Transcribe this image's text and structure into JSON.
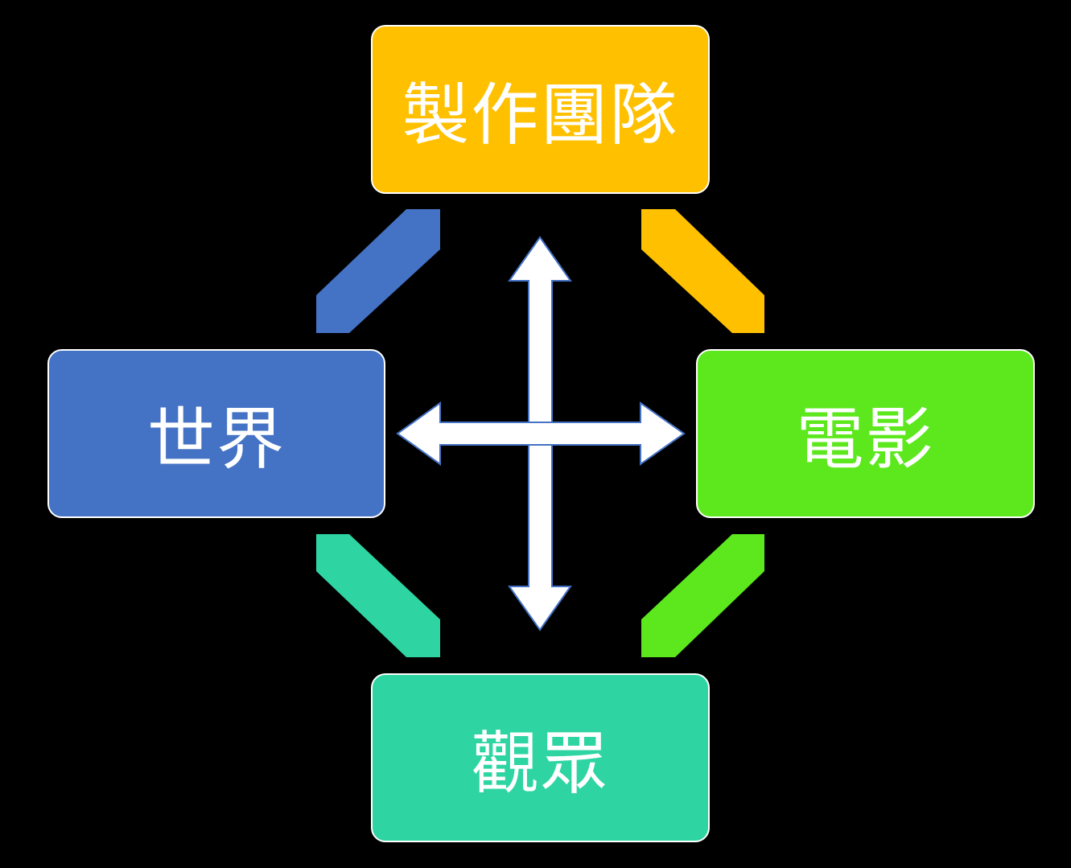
{
  "nodes": {
    "production_team": {
      "label": "製作團隊",
      "color": "#FFC000"
    },
    "world": {
      "label": "世界",
      "color": "#4472C4"
    },
    "film": {
      "label": "電影",
      "color": "#5CE81C"
    },
    "audience": {
      "label": "觀眾",
      "color": "#2ED5A2"
    }
  },
  "connections": [
    {
      "from": "production_team",
      "to": "world",
      "direction": "both",
      "color": "#4472C4"
    },
    {
      "from": "production_team",
      "to": "film",
      "direction": "both",
      "color": "#FFC000"
    },
    {
      "from": "world",
      "to": "audience",
      "direction": "both",
      "color": "#2ED5A2"
    },
    {
      "from": "film",
      "to": "audience",
      "direction": "both",
      "color": "#5CE81C"
    },
    {
      "from": "production_team",
      "to": "audience",
      "direction": "both",
      "color": "#FFFFFF"
    },
    {
      "from": "world",
      "to": "film",
      "direction": "both",
      "color": "#FFFFFF"
    }
  ]
}
